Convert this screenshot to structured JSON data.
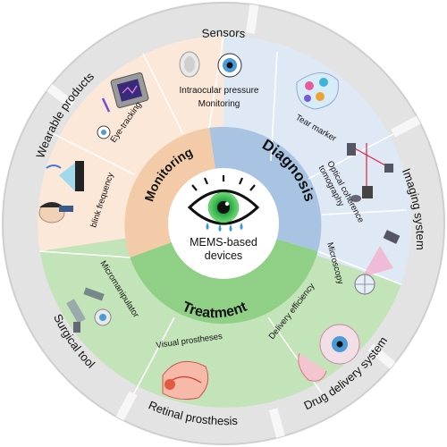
{
  "center": {
    "line1": "MEMS-based",
    "line2": "devices"
  },
  "inner_ring": {
    "diagnosis": "Diagnosis",
    "monitoring": "Monitoring",
    "treatment": "Treatment"
  },
  "middle_items": {
    "iop_line1": "Intraocular pressure",
    "iop_line2": "Monitoring",
    "tear_marker": "Tear marker",
    "oct_line1": "Optical coherence",
    "oct_line2": "tomography",
    "microscopy": "Microscopy",
    "delivery_efficiency": "Delivery efficiency",
    "visual_prostheses": "Visual prostheses",
    "micromanipulator": "Micromanipulator",
    "blink_frequency": "blink frequency",
    "eye_tracking": "Eye-tracking"
  },
  "outer_ring": {
    "sensors": "Sensors",
    "imaging_system": "Imaging system",
    "drug_delivery_system": "Drug delivery system",
    "retinal_prosthesis": "Retinal prosthesis",
    "surgical_tool": "Surgical tool",
    "wearable_products": "Wearable products"
  },
  "colors": {
    "diagnosis_light": "#dfe9f5",
    "diagnosis_inner": "#a9c4e2",
    "monitoring_light": "#fbe8d8",
    "monitoring_inner": "#f4cba8",
    "treatment_light": "#c3e3b9",
    "treatment_inner": "#8fcf86",
    "outer_ring": "#e3e3e3",
    "eye_iris": "#2fb34a",
    "tear": "#2f9ae0"
  }
}
